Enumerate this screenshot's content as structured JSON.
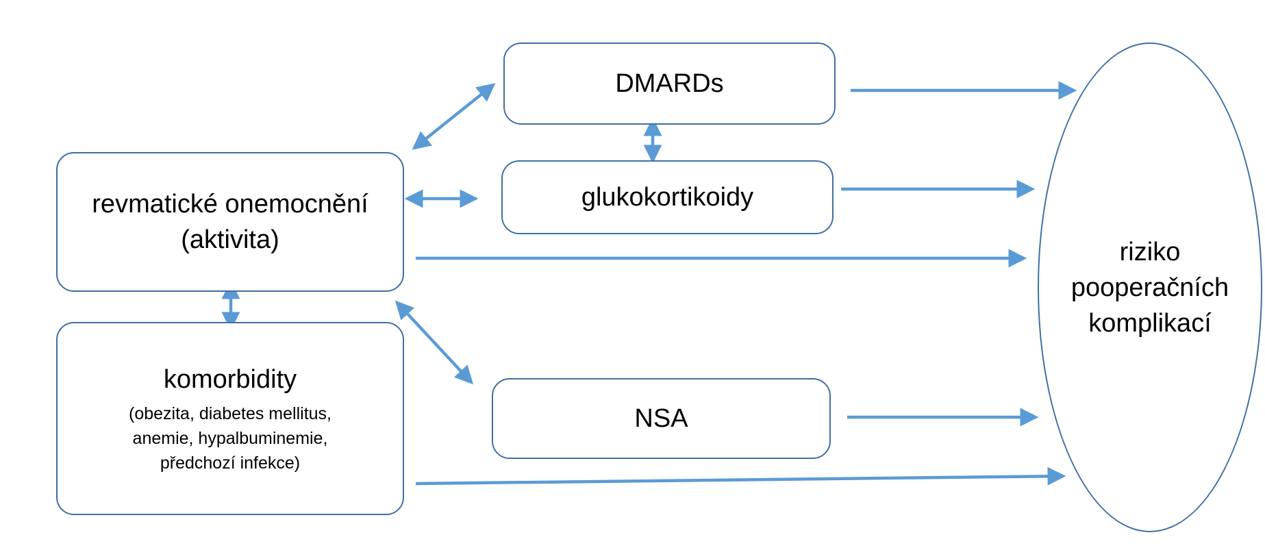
{
  "nodes": {
    "revmaticke": {
      "line1": "revmatické onemocnění",
      "line2": "(aktivita)"
    },
    "komorbidity": {
      "title": "komorbidity",
      "detail1": "(obezita, diabetes mellitus,",
      "detail2": "anemie, hypalbuminemie,",
      "detail3": "předchozí infekce)"
    },
    "dmards": {
      "label": "DMARDs"
    },
    "glukokortikoidy": {
      "label": "glukokortikoidy"
    },
    "nsa": {
      "label": "NSA"
    },
    "riziko": {
      "line1": "riziko",
      "line2": "pooperačních",
      "line3": "komplikací"
    }
  },
  "colors": {
    "arrow": "#5b9bd5",
    "border": "#3f6fa3"
  }
}
